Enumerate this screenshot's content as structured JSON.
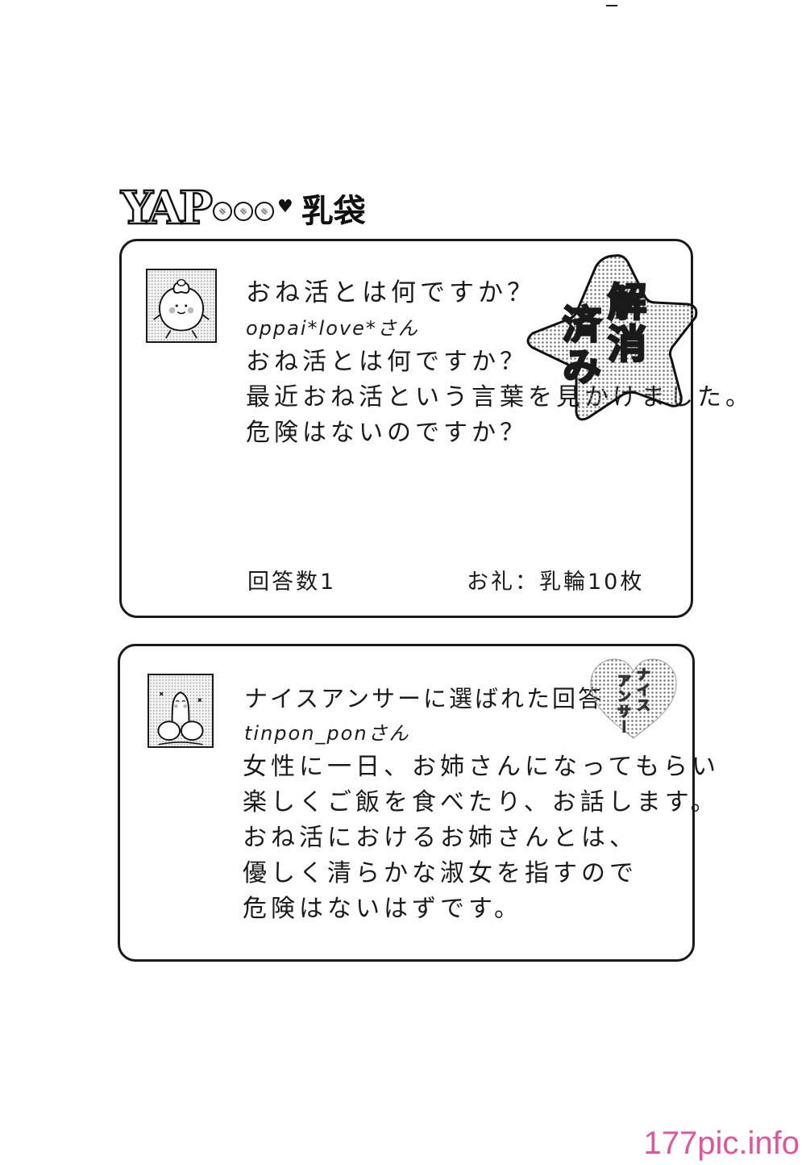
{
  "header": {
    "logo_letters": "YAP",
    "logo_heart": "♥",
    "logo_sub": "乳袋"
  },
  "question": {
    "title": "おね活とは何ですか？",
    "user": "oppai*love*さん",
    "body": [
      "おね活とは何ですか？",
      "最近おね活という言葉を見かけました。",
      "危険はないのですか？"
    ],
    "answer_count": "回答数1",
    "reward": "お礼：乳輪10枚",
    "stamp_col_1": "解消",
    "stamp_col_2": "済み"
  },
  "answer": {
    "title": "ナイスアンサーに選ばれた回答",
    "user": "tinpon_ponさん",
    "body": [
      "女性に一日、お姉さんになってもらい",
      "楽しくご飯を食べたり、お話します。",
      "おね活におけるお姉さんとは、",
      "優しく清らかな淑女を指すので",
      "危険はないはずです。"
    ],
    "heart_col_1": "ナイス",
    "heart_col_2": "アンサー"
  },
  "watermark": "177pic.info",
  "icons": {
    "question_avatar": "breast-character-icon",
    "answer_avatar": "phallus-character-icon",
    "resolved_stamp": "star-stamp-icon",
    "nice_answer_stamp": "heart-stamp-icon"
  }
}
